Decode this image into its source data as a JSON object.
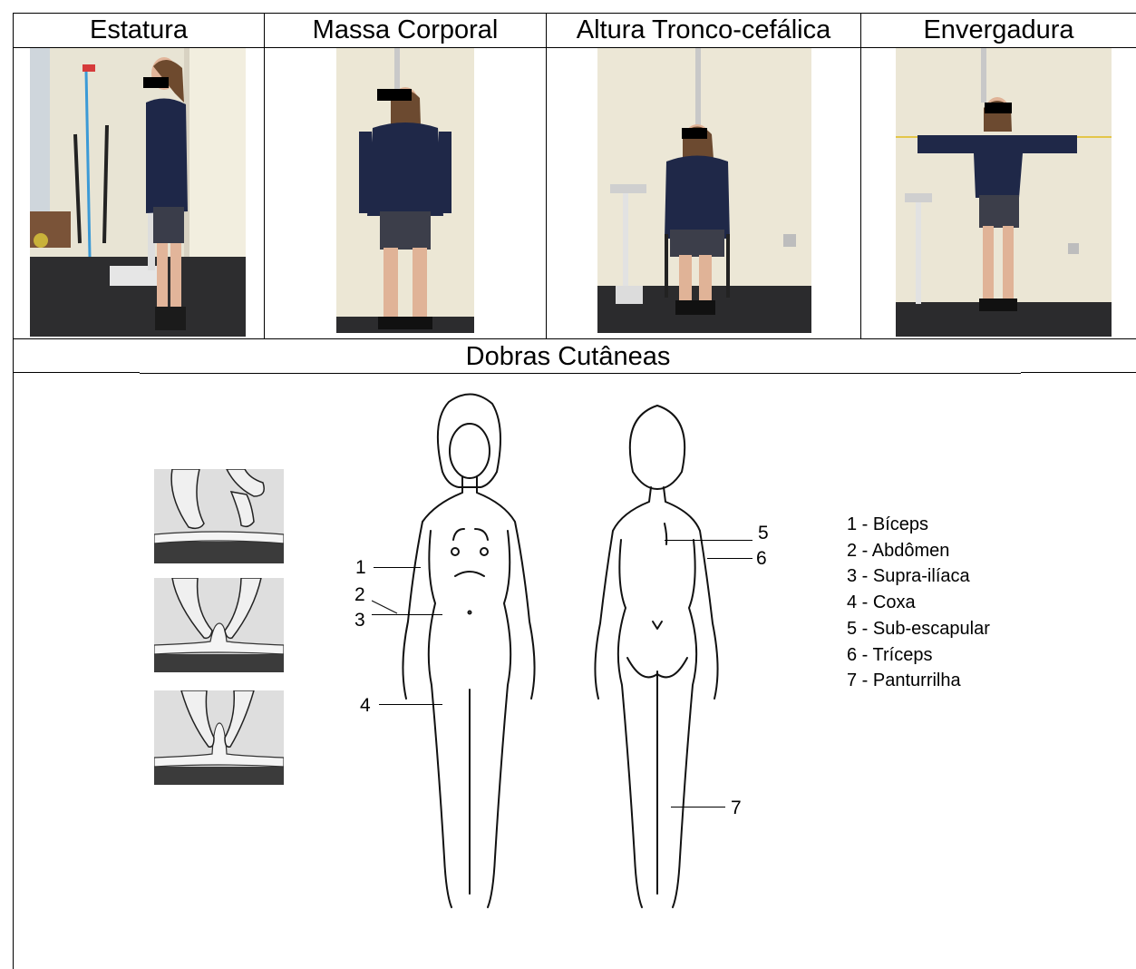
{
  "table": {
    "headers": [
      "Estatura",
      "Massa Corporal",
      "Altura Tronco-cefálica",
      "Envergadura"
    ],
    "section_title": "Dobras Cutâneas"
  },
  "photos": [
    {
      "subject": "girl-standing-profile",
      "caption_ref": "Estatura"
    },
    {
      "subject": "girl-standing-front",
      "caption_ref": "Massa Corporal"
    },
    {
      "subject": "girl-seated-front",
      "caption_ref": "Altura Tronco-cefálica"
    },
    {
      "subject": "girl-arms-extended",
      "caption_ref": "Envergadura"
    }
  ],
  "diagram": {
    "front_numbers": [
      "1",
      "2",
      "3",
      "4"
    ],
    "back_numbers": [
      "5",
      "6",
      "7"
    ],
    "legend": [
      "1 - Bíceps",
      "2 - Abdômen",
      "3 - Supra-ilíaca",
      "4 - Coxa",
      "5 - Sub-escapular",
      "6 - Tríceps",
      "7 - Panturrilha"
    ]
  }
}
